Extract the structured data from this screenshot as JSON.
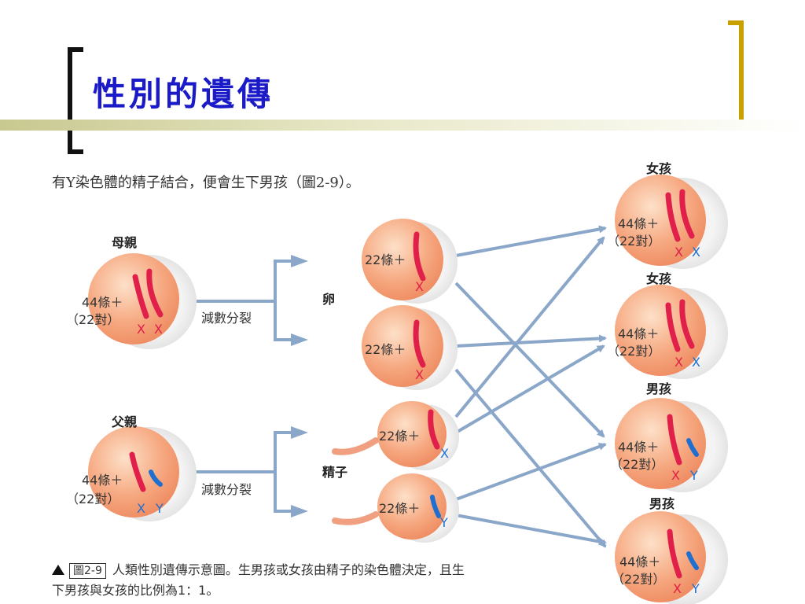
{
  "slide": {
    "title": "性別的遺傳",
    "intro": "有Y染色體的精子結合，便會生下男孩（圖2-9）。"
  },
  "parents": {
    "mother": {
      "label": "母親",
      "count": "44條＋",
      "pairs": "（22對）",
      "sex": [
        "X",
        "X"
      ]
    },
    "father": {
      "label": "父親",
      "count": "44條＋",
      "pairs": "（22對）",
      "sex": [
        "X",
        "Y"
      ]
    },
    "meiosis_label": "減數分裂"
  },
  "gametes": {
    "egg_label": "卵",
    "sperm_label": "精子",
    "count": "22條＋",
    "eggs": [
      "X",
      "X"
    ],
    "sperms": [
      "X",
      "Y"
    ]
  },
  "offspring": [
    {
      "label": "女孩",
      "count": "44條＋",
      "pairs": "（22對）",
      "sex": [
        "X",
        "X"
      ]
    },
    {
      "label": "女孩",
      "count": "44條＋",
      "pairs": "（22對）",
      "sex": [
        "X",
        "X"
      ]
    },
    {
      "label": "男孩",
      "count": "44條＋",
      "pairs": "（22對）",
      "sex": [
        "X",
        "Y"
      ]
    },
    {
      "label": "男孩",
      "count": "44條＋",
      "pairs": "（22對）",
      "sex": [
        "X",
        "Y"
      ]
    }
  ],
  "caption": {
    "figure": "圖2-9",
    "text": "人類性別遺傳示意圖。生男孩或女孩由精子的染色體決定，且生下男孩與女孩的比例為1：1。"
  },
  "colors": {
    "title": "#1a1ac8",
    "x_chromosome": "#e0204a",
    "y_chromosome": "#1e6fd0",
    "arrow": "#8aa6c8",
    "cell": "#f6a880"
  }
}
